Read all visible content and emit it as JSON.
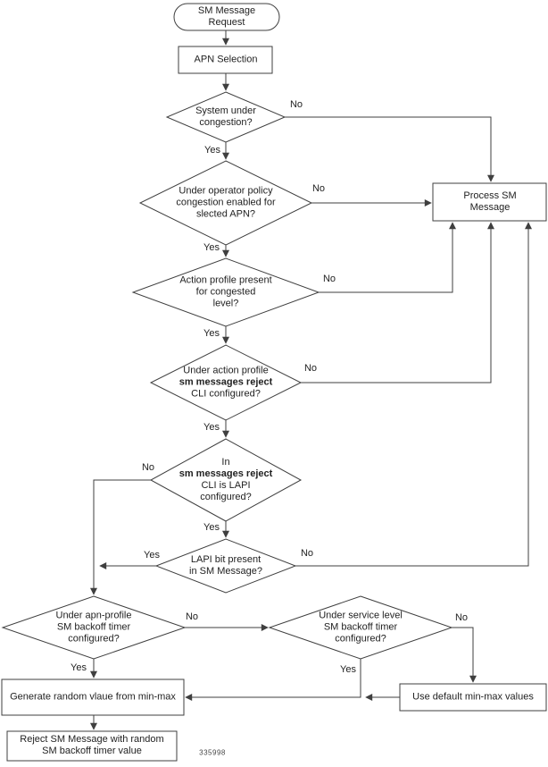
{
  "figure": {
    "number": "335998"
  },
  "colors": {
    "line": "#3f3f3f",
    "text": "#222222",
    "background": "#ffffff"
  },
  "edge_labels": {
    "yes": "Yes",
    "no": "No"
  },
  "nodes": {
    "start": {
      "type": "terminator",
      "lines": [
        "SM Message",
        "Request"
      ]
    },
    "apn": {
      "type": "process",
      "lines": [
        "APN Selection"
      ]
    },
    "d1": {
      "type": "decision",
      "lines": [
        "System under",
        "congestion?"
      ]
    },
    "d2": {
      "type": "decision",
      "lines": [
        "Under operator policy",
        "congestion enabled for",
        "slected APN?"
      ]
    },
    "d3": {
      "type": "decision",
      "lines": [
        "Action profile present",
        "for congested",
        "level?"
      ]
    },
    "d4": {
      "type": "decision",
      "lines": [
        "Under action profile",
        "sm messages reject",
        "CLI configured?"
      ]
    },
    "d5": {
      "type": "decision",
      "lines": [
        "In",
        "sm messages reject",
        "CLI is LAPI",
        "configured?"
      ]
    },
    "d6": {
      "type": "decision",
      "lines": [
        "LAPI bit present",
        "in SM Message?"
      ]
    },
    "d7": {
      "type": "decision",
      "lines": [
        "Under apn-profile",
        "SM backoff timer",
        "configured?"
      ]
    },
    "d8": {
      "type": "decision",
      "lines": [
        "Under service level",
        "SM backoff timer",
        "configured?"
      ]
    },
    "process_sm": {
      "type": "process",
      "lines": [
        "Process SM",
        "Message"
      ]
    },
    "generate": {
      "type": "process",
      "lines": [
        "Generate random vlaue from min-max"
      ]
    },
    "reject": {
      "type": "process",
      "lines": [
        "Reject SM Message with random",
        "SM backoff timer value"
      ]
    },
    "usedefault": {
      "type": "process",
      "lines": [
        "Use default min-max values"
      ]
    }
  }
}
